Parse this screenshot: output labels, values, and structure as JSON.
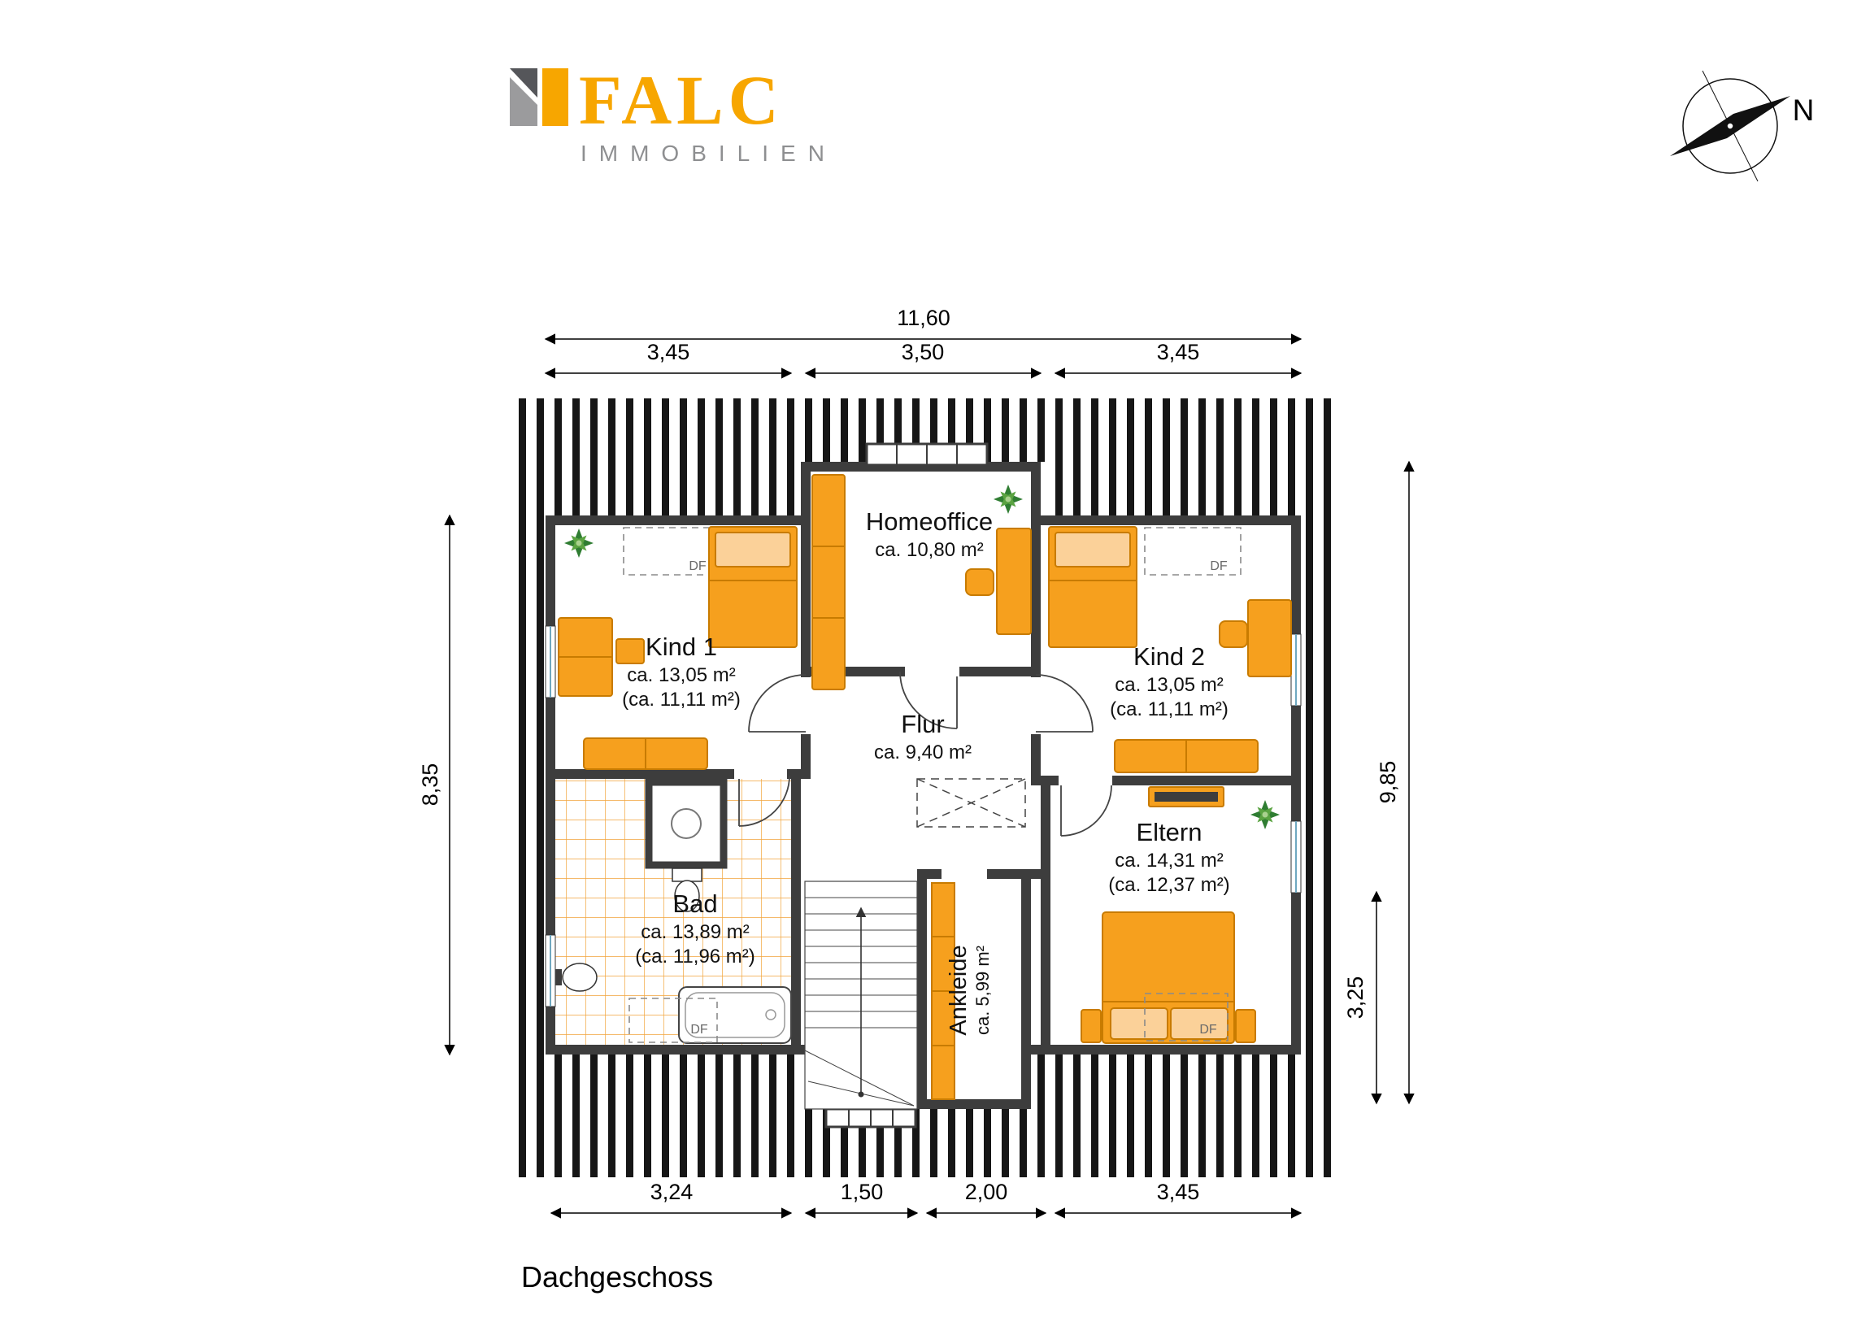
{
  "brand": {
    "name": "FALC",
    "subtitle": "IMMOBILIEN"
  },
  "compass": {
    "north": "N"
  },
  "floor_title": "Dachgeschoss",
  "dimensions": {
    "top_total": "11,60",
    "top": [
      "3,45",
      "3,50",
      "3,45"
    ],
    "left": "8,35",
    "right": "9,85",
    "right_lower": "3,25",
    "bottom": [
      "3,24",
      "1,50",
      "2,00",
      "3,45"
    ]
  },
  "rooms": {
    "homeoffice": {
      "name": "Homeoffice",
      "area": "ca. 10,80 m²"
    },
    "kind1": {
      "name": "Kind 1",
      "area": "ca. 13,05 m²",
      "area_reduced": "(ca. 11,11 m²)"
    },
    "kind2": {
      "name": "Kind 2",
      "area": "ca. 13,05 m²",
      "area_reduced": "(ca. 11,11 m²)"
    },
    "flur": {
      "name": "Flur",
      "area": "ca. 9,40 m²"
    },
    "bad": {
      "name": "Bad",
      "area": "ca. 13,89 m²",
      "area_reduced": "(ca. 11,96 m²)"
    },
    "eltern": {
      "name": "Eltern",
      "area": "ca. 14,31 m²",
      "area_reduced": "(ca. 12,37 m²)"
    },
    "ankleide": {
      "name": "Ankleide",
      "area": "ca. 5,99 m²"
    }
  },
  "labels": {
    "roof_window": "DF"
  }
}
